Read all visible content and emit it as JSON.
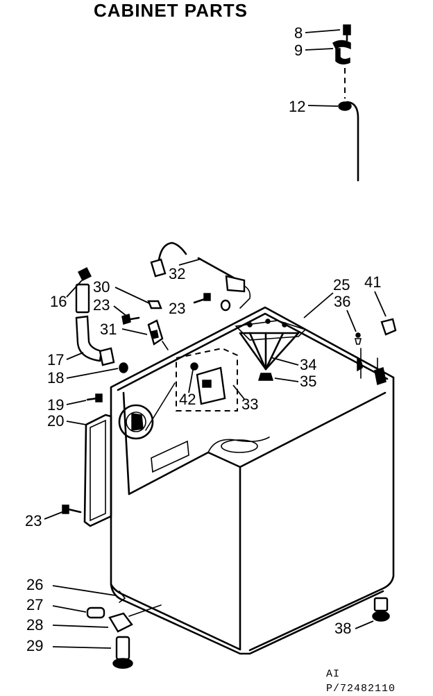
{
  "title": "CABINET PARTS",
  "callouts": {
    "c8": "8",
    "c9": "9",
    "c12": "12",
    "c16": "16",
    "c17": "17",
    "c18": "18",
    "c19": "19",
    "c20": "20",
    "c23a": "23",
    "c23b": "23",
    "c23c": "23",
    "c25": "25",
    "c26": "26",
    "c27": "27",
    "c28": "28",
    "c29": "29",
    "c30": "30",
    "c31": "31",
    "c32": "32",
    "c33": "33",
    "c34": "34",
    "c35": "35",
    "c36": "36",
    "c38": "38",
    "c41": "41",
    "c42": "42"
  },
  "footer": {
    "code_line1": "AI",
    "code_line2": "P/72482110"
  },
  "colors": {
    "ink": "#000000",
    "paper": "#ffffff"
  }
}
